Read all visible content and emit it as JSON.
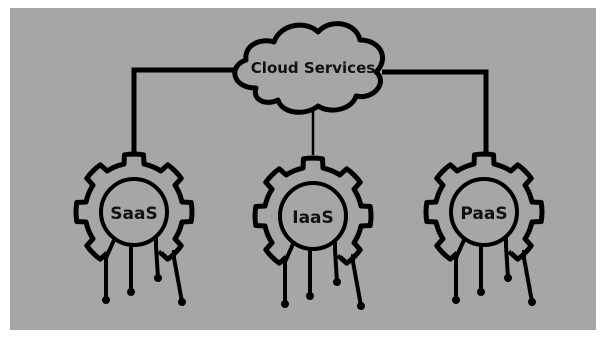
{
  "diagram": {
    "root_label": "Cloud Services",
    "nodes": [
      {
        "label": "SaaS"
      },
      {
        "label": "IaaS"
      },
      {
        "label": "PaaS"
      }
    ]
  },
  "colors": {
    "background": "#a6a6a6",
    "border": "#ffffff",
    "stroke": "#000000",
    "text": "#111111"
  }
}
